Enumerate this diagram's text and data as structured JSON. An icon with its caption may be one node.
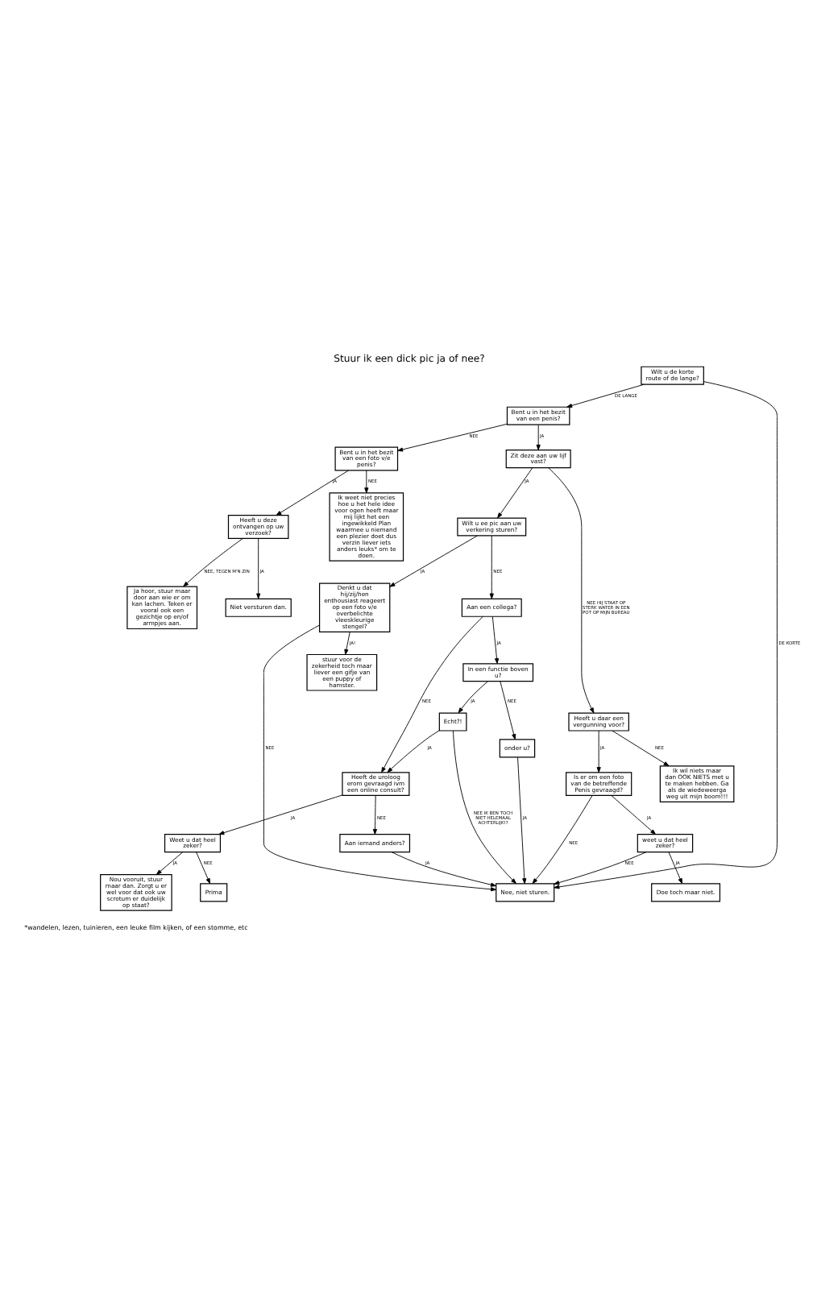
{
  "diagram": {
    "title": "Stuur ik een dick pic ja of nee?",
    "caption": "*wandelen, lezen, tuinieren, een leuke film kijken, of een stomme, etc",
    "nodes": [
      {
        "text": [
          "Wilt u de korte route of de lange?"
        ]
      },
      {
        "text": [
          "Bent u in het bezit van een penis?"
        ]
      },
      {
        "text": [
          "Bent u in het bezit van een foto v/e penis?"
        ]
      },
      {
        "text": [
          "Nee, niet sturen."
        ]
      },
      {
        "text": [
          "Zit deze aan uw lijf vast?"
        ]
      },
      {
        "text": [
          "Heeft u deze ontvangen op uw verzoek?"
        ]
      },
      {
        "text": [
          "Heeft u daar een vergunning voor?"
        ]
      },
      {
        "text": [
          "Wilt u ee pic aan uw verkering sturen?"
        ]
      },
      {
        "text": [
          "Niet versturen dan."
        ]
      },
      {
        "text": [
          "Ik wil niets maar dan OOK NIETS met u te maken hebben. Ga als de wiedeweerga weg uit mijn boom!!!"
        ]
      },
      {
        "text": [
          "Denkt u dat hij/zij/hen enthousiast reageert op een foto v/e overbelichte vleeskleurige stengel?"
        ]
      },
      {
        "text": [
          "Ja hoor, stuur maar door aan wie er om kan lachen. Teken er vooral ook een gezichtje op en/of armpjes aan."
        ]
      },
      {
        "text": [
          "Is er om een foto van de betreffende Penis gevraagd?"
        ]
      },
      {
        "text": [
          "Ik weet niet precies hoe u het hele idee voor ogen heeft maar mij lijkt het een ingewikkeld Plan waarmee u niemand een plezier doet dus verzin liever iets anders leuks* om te doen."
        ]
      },
      {
        "text": [
          "weet u dat heel zeker?"
        ]
      },
      {
        "text": [
          "Doe toch maar niet."
        ]
      },
      {
        "text": [
          "stuur voor de zekerheid toch maar liever een gifje van een puppy of hamster."
        ]
      },
      {
        "text": [
          "Nou vooruit, stuur maar dan. Zorgt u er wel voor dat ook uw scrotum er duidelijk op staat?"
        ]
      },
      {
        "text": [
          "Weet u dat heel zeker?"
        ]
      },
      {
        "text": [
          "Heeft de uroloog erom gevraagd ivm een online consult?"
        ]
      },
      {
        "text": [
          "Aan een collega?"
        ]
      },
      {
        "text": [
          "Echt?!"
        ]
      },
      {
        "text": [
          "In een functie boven u?"
        ]
      },
      {
        "text": [
          "Prima"
        ]
      },
      {
        "text": [
          "Aan iemand anders?"
        ]
      },
      {
        "text": [
          "onder u?"
        ]
      }
    ],
    "edges": [
      {
        "from": 0,
        "to": 3,
        "arrow": "to",
        "label": "DE KORTE"
      },
      {
        "from": 0,
        "to": 1,
        "arrow": "to",
        "label": "DE LANGE"
      },
      {
        "from": 1,
        "to": 2,
        "arrow": "to",
        "label": "NEE"
      },
      {
        "from": 1,
        "to": 4,
        "arrow": "to",
        "label": "JA"
      },
      {
        "from": 2,
        "to": 5,
        "arrow": "to",
        "label": "JA"
      },
      {
        "from": 2,
        "to": 13,
        "arrow": "to",
        "label": "NEE"
      },
      {
        "from": 4,
        "to": 6,
        "arrow": "to",
        "label": "NEE HIJ STAAT OP STERK WATER IN EEN POT OP MIJN BUREAU"
      },
      {
        "from": 4,
        "to": 7,
        "arrow": "to",
        "label": "JA"
      },
      {
        "from": 5,
        "to": 8,
        "arrow": "to",
        "label": "JA"
      },
      {
        "from": 5,
        "to": 11,
        "arrow": "to",
        "label": "NEE, TEGEN M'N ZIN"
      },
      {
        "from": 6,
        "to": 12,
        "arrow": "to",
        "label": "JA"
      },
      {
        "from": 6,
        "to": 9,
        "arrow": "to",
        "label": "NEE"
      },
      {
        "from": 7,
        "to": 10,
        "arrow": "to",
        "label": "JA"
      },
      {
        "from": 7,
        "to": 20,
        "arrow": "to",
        "label": "NEE"
      },
      {
        "from": 10,
        "to": 16,
        "arrow": "to",
        "label": "JA!"
      },
      {
        "from": 10,
        "to": 3,
        "arrow": "to",
        "label": "NEE"
      },
      {
        "from": 12,
        "to": 14,
        "arrow": "to",
        "label": "JA"
      },
      {
        "from": 12,
        "to": 3,
        "arrow": "to",
        "label": "NEE"
      },
      {
        "from": 14,
        "to": 15,
        "arrow": "to",
        "label": "JA"
      },
      {
        "from": 14,
        "to": 3,
        "arrow": "to",
        "label": "NEE"
      },
      {
        "from": 18,
        "to": 17,
        "arrow": "to",
        "label": "JA"
      },
      {
        "from": 18,
        "to": 23,
        "arrow": "to",
        "label": "NEE"
      },
      {
        "from": 19,
        "to": 18,
        "arrow": "to",
        "label": "JA"
      },
      {
        "from": 19,
        "to": 24,
        "arrow": "to",
        "label": "NEE"
      },
      {
        "from": 20,
        "to": 22,
        "arrow": "to",
        "label": "JA"
      },
      {
        "from": 20,
        "to": 19,
        "arrow": "to",
        "label": "NEE"
      },
      {
        "from": 21,
        "to": 3,
        "arrow": "to",
        "label": "NEE IK BEN TOCH NIET HELEMAAL ACHTERLIJK!?"
      },
      {
        "from": 21,
        "to": 19,
        "arrow": "to",
        "label": "JA"
      },
      {
        "from": 22,
        "to": 21,
        "arrow": "to",
        "label": "JA"
      },
      {
        "from": 22,
        "to": 25,
        "arrow": "to",
        "label": "NEE"
      },
      {
        "from": 24,
        "to": 3,
        "arrow": "to",
        "label": "JA"
      },
      {
        "from": 25,
        "to": 3,
        "arrow": "to",
        "label": "JA"
      }
    ]
  }
}
